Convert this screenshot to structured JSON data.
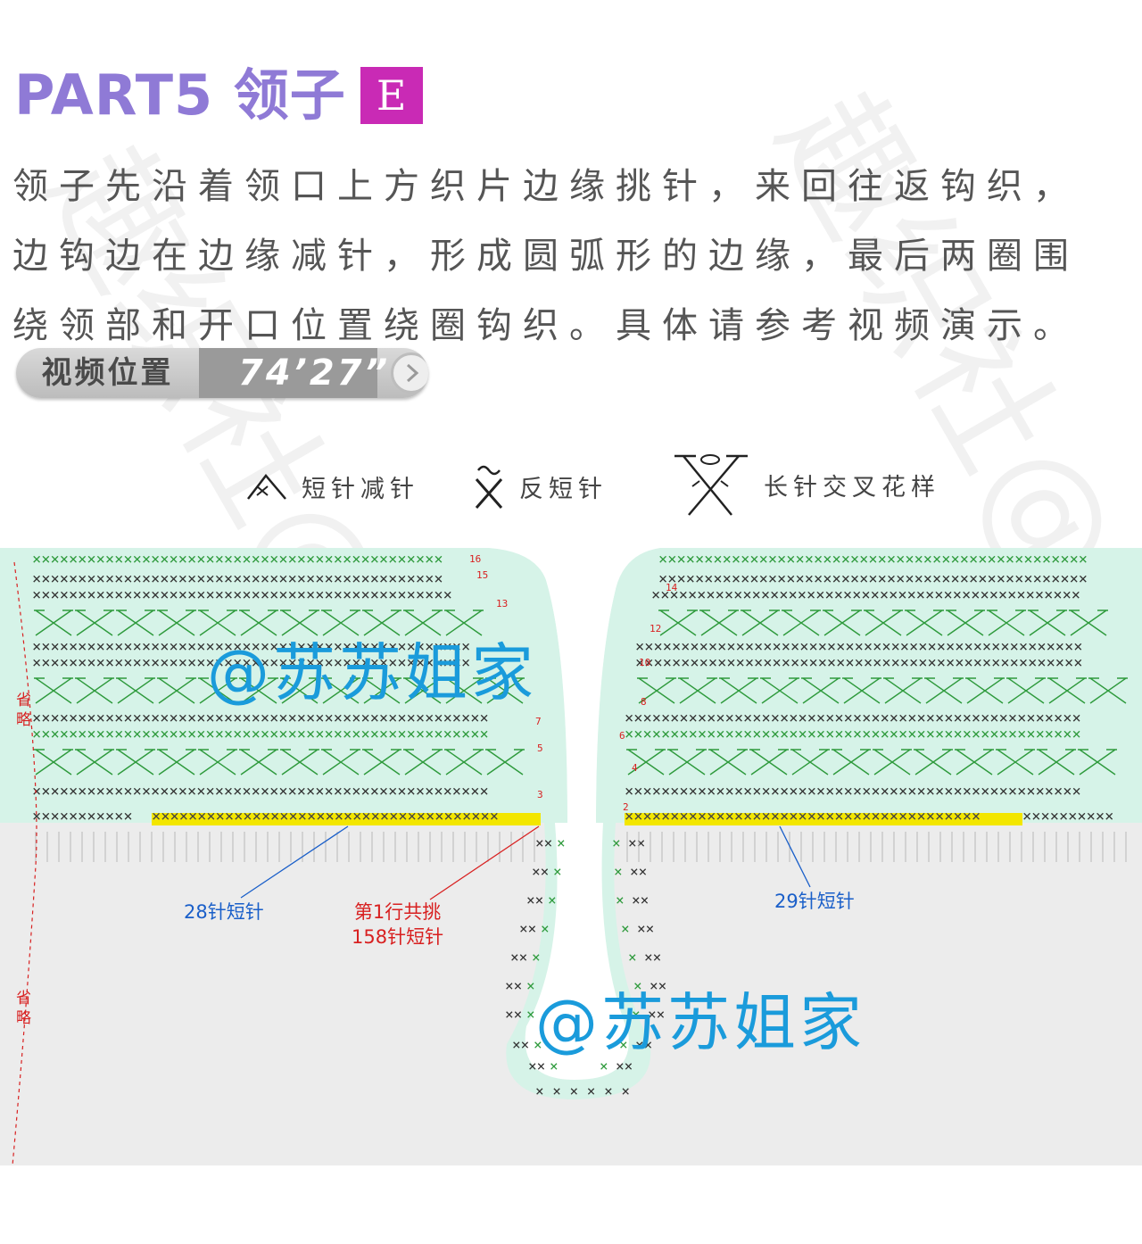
{
  "header": {
    "title": "PART5 领子",
    "badge": "E",
    "badge_color": "#c92ab5",
    "title_color": "#8f7ad6"
  },
  "description": {
    "lines": [
      "领子先沿着领口上方织片边缘挑针，来回往返钩织，",
      "边钩边在边缘减针，形成圆弧形的边缘，最后两圈围",
      "绕领部和开口位置绕圈钩织。具体请参考视频演示。"
    ]
  },
  "video": {
    "label": "视频位置",
    "time": "74’27”",
    "play_icon": "play-icon"
  },
  "legend": [
    {
      "icon": "sc-decrease-symbol-icon",
      "label": "短针减针"
    },
    {
      "icon": "reverse-sc-symbol-icon",
      "label": "反短针"
    },
    {
      "icon": "dc-cross-pattern-symbol-icon",
      "label": "长针交叉花样"
    }
  ],
  "diagram": {
    "watermarks": [
      "@苏苏姐家",
      "@苏苏姐家"
    ],
    "callouts": {
      "left": "28针短针",
      "center": [
        "第1行共挑",
        "158针短针"
      ],
      "right": "29针短针"
    },
    "omit_labels": [
      "省略",
      "省略"
    ],
    "row_numbers_left": [
      "16",
      "15",
      "13",
      "7",
      "5",
      "3"
    ],
    "row_numbers_right": [
      "14",
      "12",
      "10",
      "8",
      "6",
      "4",
      "2"
    ],
    "colors": {
      "green_band": "#d6f3e8",
      "highlight_row": "#f3e600",
      "lower_body": "#ececec",
      "callout_blue": "#1a5fc9",
      "callout_red": "#d82020",
      "watermark_blue": "#1a9bdb"
    }
  },
  "background_watermark": "趣织社@苏苏"
}
